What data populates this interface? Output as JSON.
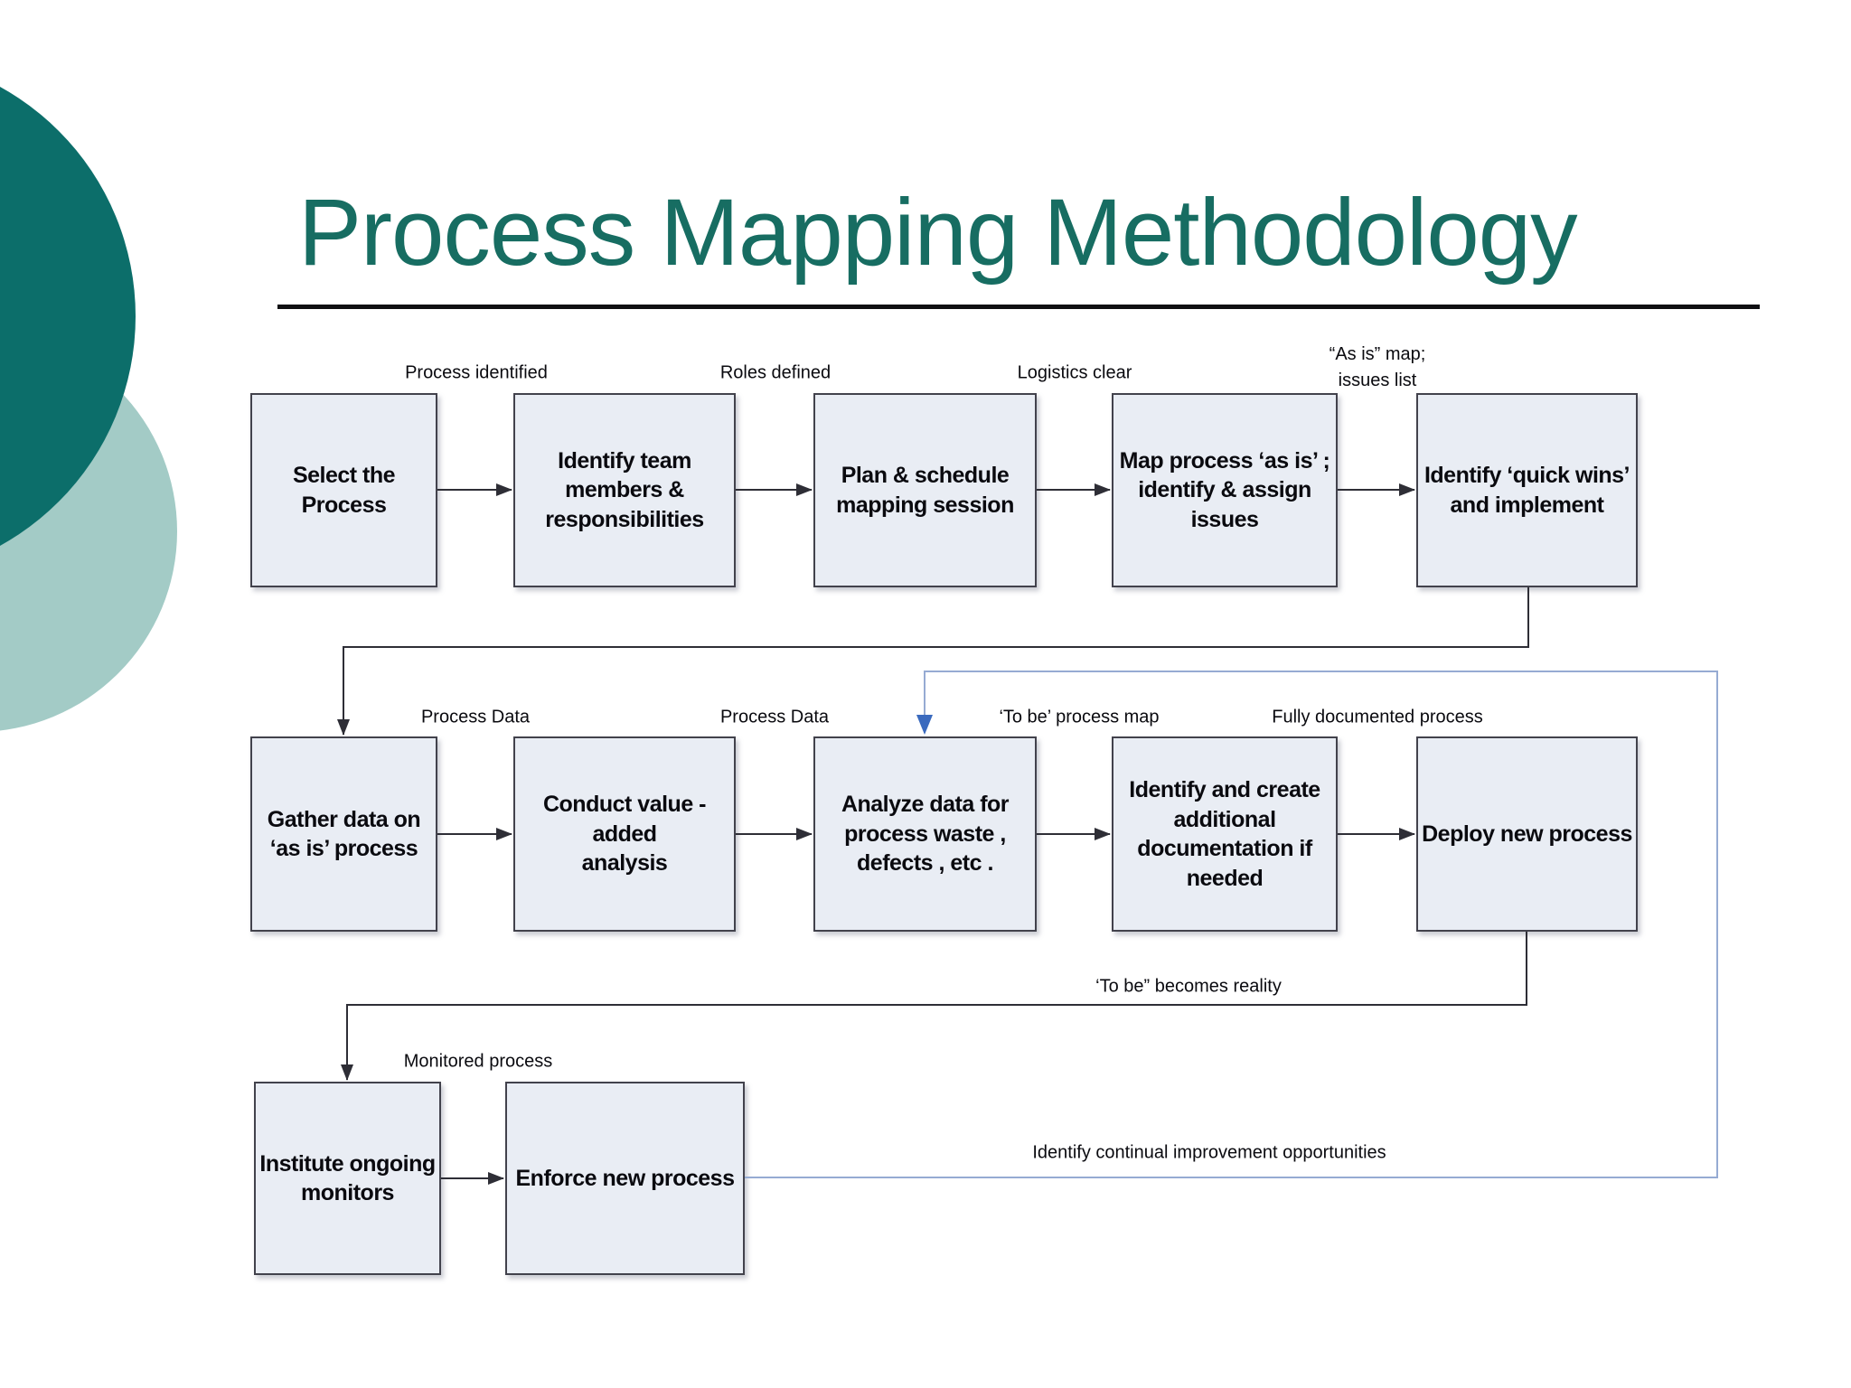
{
  "title": "Process Mapping Methodology",
  "colors": {
    "title_teal": "#176d62",
    "circle_dark_teal": "#0c6e6a",
    "circle_light_teal": "#a3cbc6",
    "box_fill": "#e9edf4",
    "box_border": "#42424c",
    "connector_black": "#2e2e36",
    "feedback_line_blue": "#96abd3",
    "feedback_arrow_blue": "#3a6abe"
  },
  "flow": {
    "row1": {
      "steps": [
        "Select the\nProcess",
        "Identify team\nmembers &\nresponsibilities",
        "Plan & schedule\nmapping session",
        "Map process ‘as is’ ;\nidentify & assign\nissues",
        "Identify ‘quick wins’\nand implement"
      ],
      "labels": [
        "Process identified",
        "Roles defined",
        "Logistics clear",
        "“As is” map;\nissues list"
      ]
    },
    "row2": {
      "steps": [
        "Gather data on\n‘as is’ process",
        "Conduct value -added\nanalysis",
        "Analyze data for\nprocess waste ,\ndefects , etc .",
        "Identify and create\nadditional\ndocumentation if\nneeded",
        "Deploy new process"
      ],
      "labels": [
        "Process Data",
        "Process Data",
        "‘To be’ process map",
        "Fully documented process"
      ]
    },
    "row3": {
      "steps": [
        "Institute ongoing\nmonitors",
        "Enforce new process"
      ],
      "labels": [
        "Monitored process",
        "‘To be” becomes reality",
        "Identify continual improvement opportunities"
      ]
    }
  }
}
